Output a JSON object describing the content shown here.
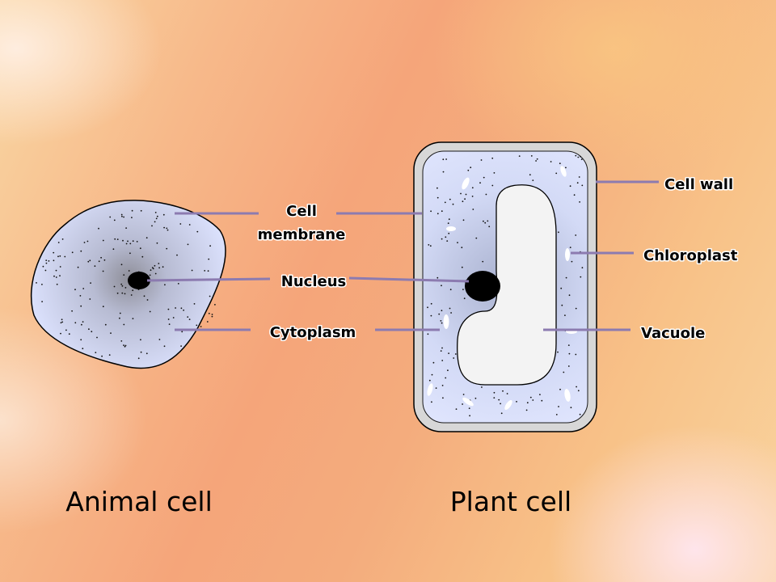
{
  "labels": {
    "cell_membrane_line1": "Cell",
    "cell_membrane_line2": "membrane",
    "nucleus": "Nucleus",
    "cytoplasm": "Cytoplasm",
    "cell_wall": "Cell wall",
    "chloroplast": "Chloroplast",
    "vacuole": "Vacuole"
  },
  "titles": {
    "animal": "Animal cell",
    "plant": "Plant cell"
  },
  "colors": {
    "leader_line": "#8c7bb0",
    "cytoplasm_fill": "#dde3ff",
    "cell_wall_fill": "#d7d7d7",
    "vacuole_fill": "#f3f3f3",
    "nucleus_fill": "#000000"
  }
}
